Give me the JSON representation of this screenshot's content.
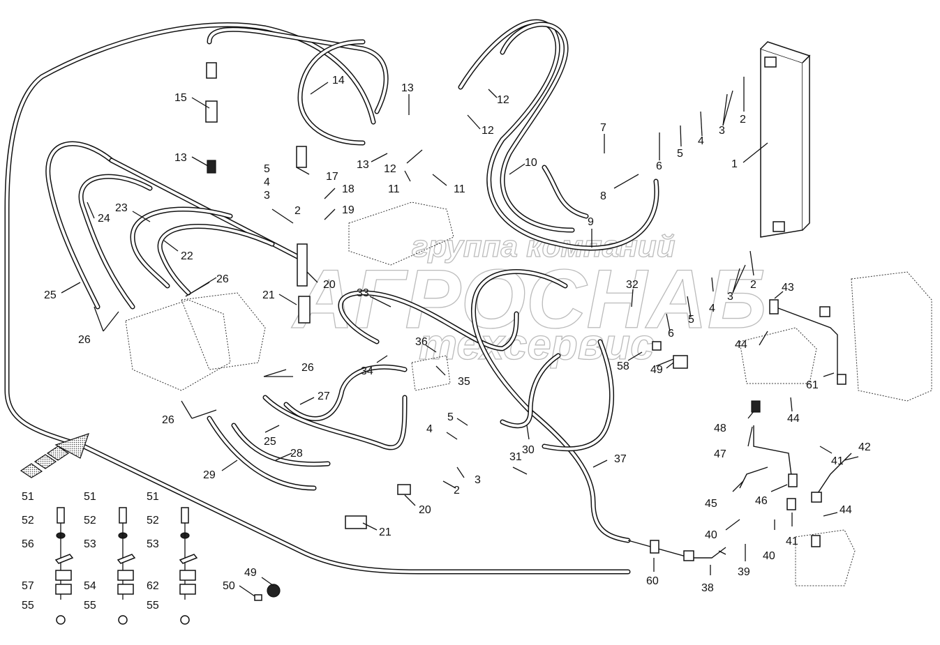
{
  "diagram": {
    "title": "Hydraulic hose and pipe layout (exploded parts view)",
    "watermark": {
      "line1": "группа компаний",
      "line2": "АГРОСНАБ",
      "line3": "техсервис"
    },
    "callouts": [
      {
        "id": "c1",
        "text": "1"
      },
      {
        "id": "c2a",
        "text": "2"
      },
      {
        "id": "c2b",
        "text": "2"
      },
      {
        "id": "c2c",
        "text": "2"
      },
      {
        "id": "c2d",
        "text": "2"
      },
      {
        "id": "c3a",
        "text": "3"
      },
      {
        "id": "c3b",
        "text": "3"
      },
      {
        "id": "c3c",
        "text": "3"
      },
      {
        "id": "c3d",
        "text": "3"
      },
      {
        "id": "c4a",
        "text": "4"
      },
      {
        "id": "c4b",
        "text": "4"
      },
      {
        "id": "c4c",
        "text": "4"
      },
      {
        "id": "c4d",
        "text": "4"
      },
      {
        "id": "c5a",
        "text": "5"
      },
      {
        "id": "c5b",
        "text": "5"
      },
      {
        "id": "c5c",
        "text": "5"
      },
      {
        "id": "c5d",
        "text": "5"
      },
      {
        "id": "c6a",
        "text": "6"
      },
      {
        "id": "c6b",
        "text": "6"
      },
      {
        "id": "c7",
        "text": "7"
      },
      {
        "id": "c8",
        "text": "8"
      },
      {
        "id": "c9",
        "text": "9"
      },
      {
        "id": "c10",
        "text": "10"
      },
      {
        "id": "c11a",
        "text": "11"
      },
      {
        "id": "c11b",
        "text": "11"
      },
      {
        "id": "c12a",
        "text": "12"
      },
      {
        "id": "c12b",
        "text": "12"
      },
      {
        "id": "c12c",
        "text": "12"
      },
      {
        "id": "c13a",
        "text": "13"
      },
      {
        "id": "c13b",
        "text": "13"
      },
      {
        "id": "c13c",
        "text": "13"
      },
      {
        "id": "c14",
        "text": "14"
      },
      {
        "id": "c15",
        "text": "15"
      },
      {
        "id": "c17",
        "text": "17"
      },
      {
        "id": "c18",
        "text": "18"
      },
      {
        "id": "c19",
        "text": "19"
      },
      {
        "id": "c20a",
        "text": "20"
      },
      {
        "id": "c20b",
        "text": "20"
      },
      {
        "id": "c21a",
        "text": "21"
      },
      {
        "id": "c21b",
        "text": "21"
      },
      {
        "id": "c22",
        "text": "22"
      },
      {
        "id": "c23",
        "text": "23"
      },
      {
        "id": "c24",
        "text": "24"
      },
      {
        "id": "c25a",
        "text": "25"
      },
      {
        "id": "c25b",
        "text": "25"
      },
      {
        "id": "c26a",
        "text": "26"
      },
      {
        "id": "c26b",
        "text": "26"
      },
      {
        "id": "c26c",
        "text": "26"
      },
      {
        "id": "c26d",
        "text": "26"
      },
      {
        "id": "c27",
        "text": "27"
      },
      {
        "id": "c28",
        "text": "28"
      },
      {
        "id": "c29",
        "text": "29"
      },
      {
        "id": "c30",
        "text": "30"
      },
      {
        "id": "c31",
        "text": "31"
      },
      {
        "id": "c32",
        "text": "32"
      },
      {
        "id": "c33",
        "text": "33"
      },
      {
        "id": "c34",
        "text": "34"
      },
      {
        "id": "c35",
        "text": "35"
      },
      {
        "id": "c36",
        "text": "36"
      },
      {
        "id": "c37",
        "text": "37"
      },
      {
        "id": "c38",
        "text": "38"
      },
      {
        "id": "c39",
        "text": "39"
      },
      {
        "id": "c40a",
        "text": "40"
      },
      {
        "id": "c40b",
        "text": "40"
      },
      {
        "id": "c41a",
        "text": "41"
      },
      {
        "id": "c41b",
        "text": "41"
      },
      {
        "id": "c42",
        "text": "42"
      },
      {
        "id": "c43",
        "text": "43"
      },
      {
        "id": "c44a",
        "text": "44"
      },
      {
        "id": "c44b",
        "text": "44"
      },
      {
        "id": "c44c",
        "text": "44"
      },
      {
        "id": "c45",
        "text": "45"
      },
      {
        "id": "c46",
        "text": "46"
      },
      {
        "id": "c47",
        "text": "47"
      },
      {
        "id": "c48",
        "text": "48"
      },
      {
        "id": "c49a",
        "text": "49"
      },
      {
        "id": "c49b",
        "text": "49"
      },
      {
        "id": "c50",
        "text": "50"
      },
      {
        "id": "c51a",
        "text": "51"
      },
      {
        "id": "c51b",
        "text": "51"
      },
      {
        "id": "c51c",
        "text": "51"
      },
      {
        "id": "c52a",
        "text": "52"
      },
      {
        "id": "c52b",
        "text": "52"
      },
      {
        "id": "c52c",
        "text": "52"
      },
      {
        "id": "c53a",
        "text": "53"
      },
      {
        "id": "c53b",
        "text": "53"
      },
      {
        "id": "c54",
        "text": "54"
      },
      {
        "id": "c55a",
        "text": "55"
      },
      {
        "id": "c55b",
        "text": "55"
      },
      {
        "id": "c55c",
        "text": "55"
      },
      {
        "id": "c56",
        "text": "56"
      },
      {
        "id": "c57",
        "text": "57"
      },
      {
        "id": "c58",
        "text": "58"
      },
      {
        "id": "c60",
        "text": "60"
      },
      {
        "id": "c61",
        "text": "61"
      },
      {
        "id": "c62",
        "text": "62"
      }
    ],
    "direction_arrow": {
      "icon": "travel-direction-arrow-icon",
      "meaning": "direction of travel"
    }
  }
}
